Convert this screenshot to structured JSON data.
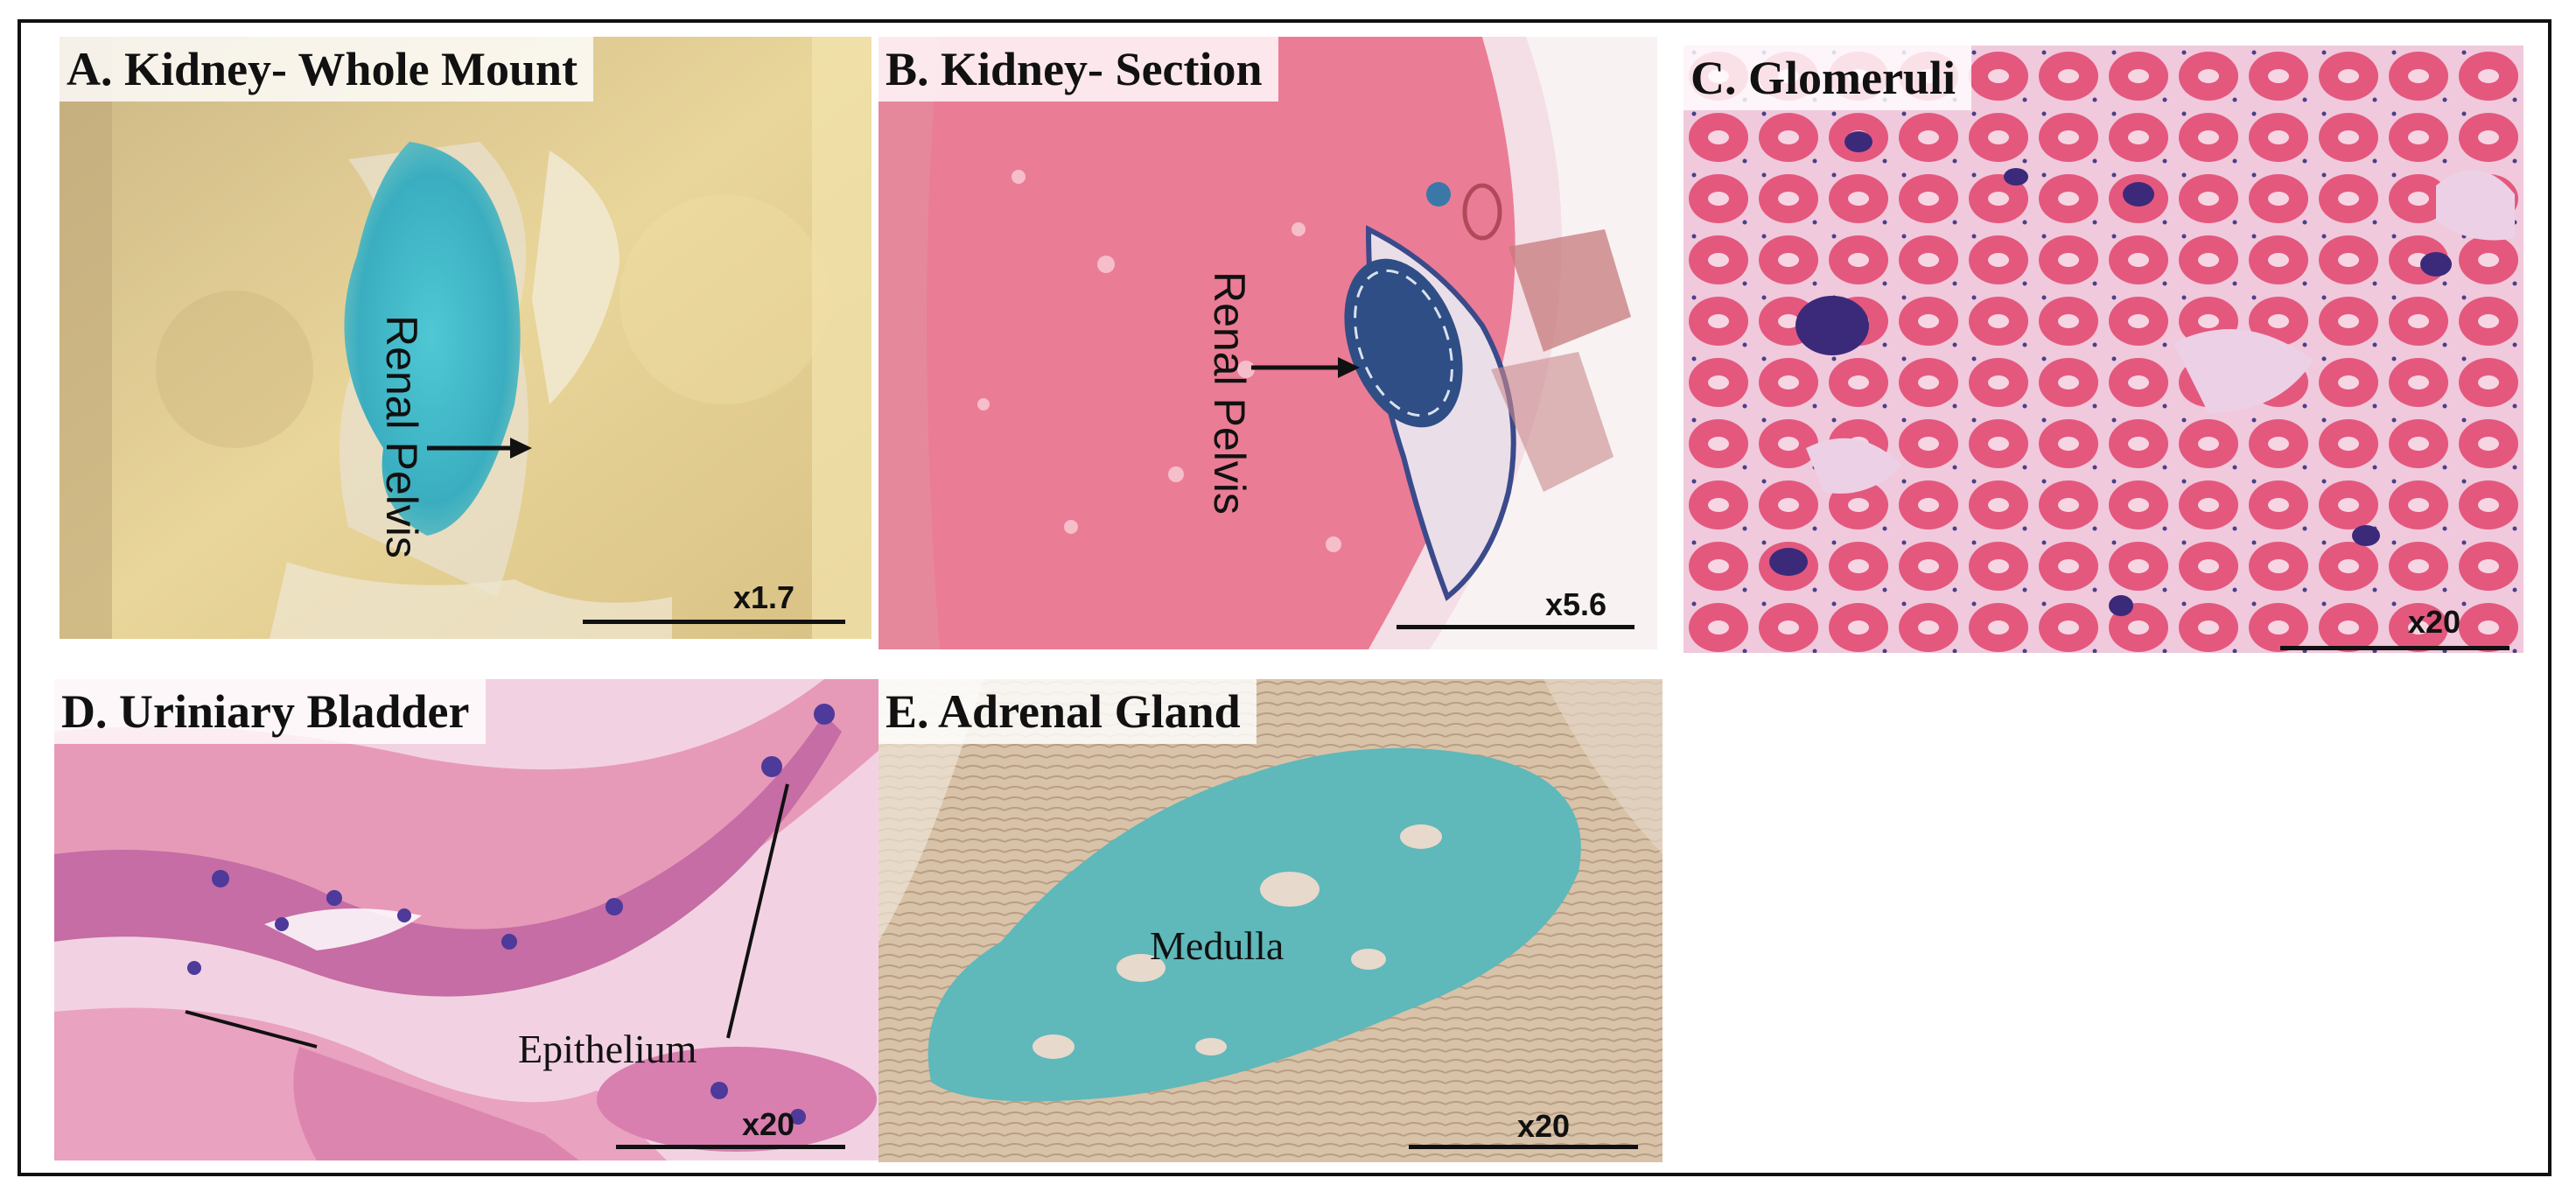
{
  "panels": {
    "a": {
      "title": "A. Kidney- Whole Mount",
      "magnification": "x1.7",
      "annotation": "Renal Pelvis"
    },
    "b": {
      "title": "B. Kidney- Section",
      "magnification": "x5.6",
      "annotation": "Renal Pelvis"
    },
    "c": {
      "title": "C. Glomeruli",
      "magnification": "x20"
    },
    "d": {
      "title": "D. Uriniary Bladder",
      "magnification": "x20",
      "annotation": "Epithelium"
    },
    "e": {
      "title": "E. Adrenal Gland",
      "magnification": "x20",
      "annotation": "Medulla"
    }
  },
  "colors": {
    "he_pink": "#e76b8c",
    "xgal_blue": "#3fb6c4",
    "tissue_cream": "#e6cf93",
    "hematoxylin_purple": "#3b2a7a"
  }
}
